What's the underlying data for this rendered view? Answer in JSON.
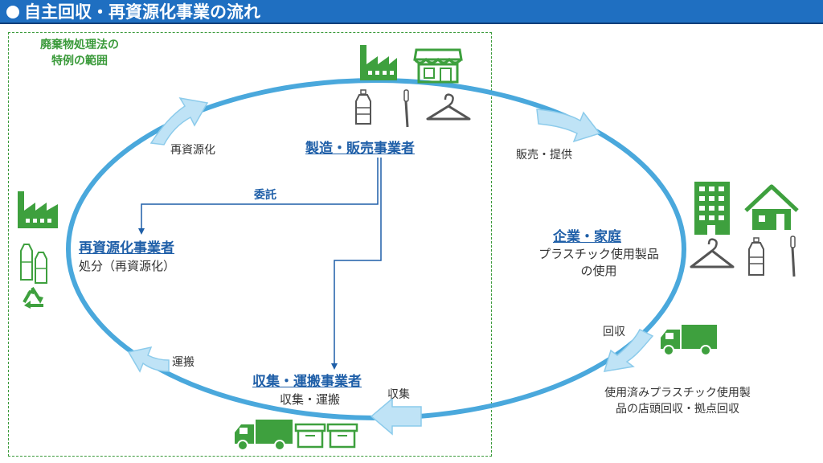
{
  "header": {
    "title": "自主回収・再資源化事業の流れ"
  },
  "special_scope_label": [
    "廃棄物処理法の",
    "特例の範囲"
  ],
  "nodes": {
    "maker": {
      "title": "製造・販売事業者"
    },
    "consumer": {
      "title": "企業・家庭",
      "sub": [
        "プラスチック使用製品",
        "の使用"
      ]
    },
    "collector": {
      "title": "収集・運搬事業者",
      "sub": "収集・運搬"
    },
    "recycler": {
      "title": "再資源化事業者",
      "sub": "処分（再資源化）"
    }
  },
  "flows": {
    "recycle": "再資源化",
    "sales": "販売・提供",
    "recovery": "回収",
    "recovery_detail": [
      "使用済みプラスチック使用製",
      "品の店頭回収・拠点回収"
    ],
    "collect": "収集",
    "transport": "運搬",
    "commission": "委託"
  },
  "colors": {
    "header": "#1f6fc1",
    "cycle": "#4aa8dc",
    "arrow": "#bfe3f6",
    "icon_green": "#3ea03e",
    "icon_gray": "#555555",
    "title_blue": "#1f5fa8"
  }
}
